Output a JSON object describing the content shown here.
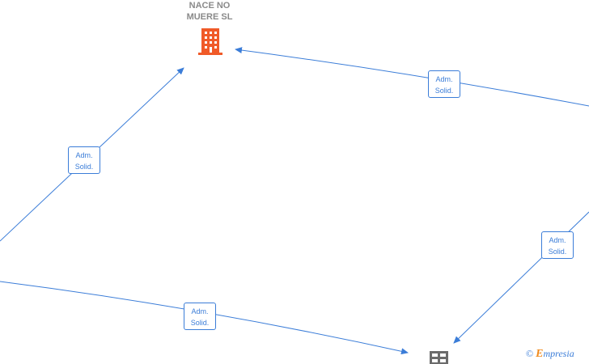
{
  "company": {
    "name_line1": "NACE NO",
    "name_line2": "MUERE  SL",
    "icon": "building-icon",
    "icon_color": "#f05a28"
  },
  "secondary_node": {
    "icon": "grid-building-icon",
    "icon_color": "#6b6b6b"
  },
  "edge_color": "#3b7dd8",
  "edges": [
    {
      "label_line1": "Adm.",
      "label_line2": "Solid."
    },
    {
      "label_line1": "Adm.",
      "label_line2": "Solid."
    },
    {
      "label_line1": "Adm.",
      "label_line2": "Solid."
    },
    {
      "label_line1": "Adm.",
      "label_line2": "Solid."
    }
  ],
  "watermark": {
    "symbol": "©",
    "brand_initial": "E",
    "brand_rest": "mpresia"
  }
}
